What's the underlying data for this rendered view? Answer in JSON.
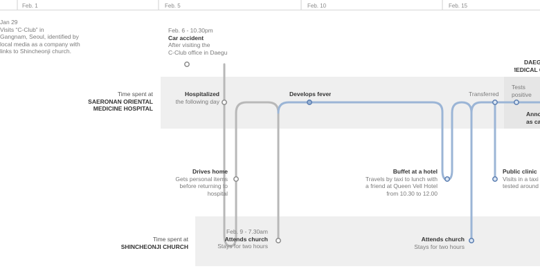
{
  "timeline": {
    "dates": [
      "Feb. 1",
      "Feb. 5",
      "Feb. 10",
      "Feb. 15"
    ]
  },
  "locations": {
    "hospital_caption": "Time spent at",
    "hospital_name_1": "SAERONAN ORIENTAL",
    "hospital_name_2": "MEDICINE HOSPITAL",
    "church_caption": "Time spent at",
    "church_name": "SHINCHEONJI CHURCH",
    "daegu_1": "DAEG",
    "daegu_2": "MEDICAL C"
  },
  "events": {
    "cclub": [
      "Jan 29",
      "Visits “C-Club” in",
      "Gangnam, Seoul, identified by",
      "local media as a company with",
      "links to Shincheonji church."
    ],
    "accident_date": "Feb. 6 - 10.30pm",
    "accident_title": "Car accident",
    "accident_desc": [
      "After visiting the",
      "C-Club office in Daegu"
    ],
    "hospitalized_title": "Hospitalized",
    "hospitalized_desc": "the following day",
    "fever_title": "Develops fever",
    "transferred": "Transferred",
    "tests": [
      "Tests",
      "positive"
    ],
    "announced": [
      "Anno",
      "as ca"
    ],
    "drives_title": "Drives home",
    "drives_desc": [
      "Gets personal items",
      "before returning to",
      "hospital"
    ],
    "buffet_title": "Buffet at a hotel",
    "buffet_desc": [
      "Travels by taxi to lunch with",
      "a friend at Queen Vell Hotel",
      "from 10.30 to 12.00"
    ],
    "clinic_title": "Public clinic",
    "clinic_desc": [
      "Visits in a taxi t",
      "tested around"
    ],
    "church1_date": "Feb. 9 - 7.30am",
    "church1_title": "Attends church",
    "church1_desc": "Stays for two hours",
    "church2_title": "Attends church",
    "church2_desc": "Stays for two hours"
  },
  "colors": {
    "grey_line": "#b8b8b8",
    "blue_line": "#9bb5d6",
    "band": "#efefef",
    "node_fill": "#ffffff"
  }
}
